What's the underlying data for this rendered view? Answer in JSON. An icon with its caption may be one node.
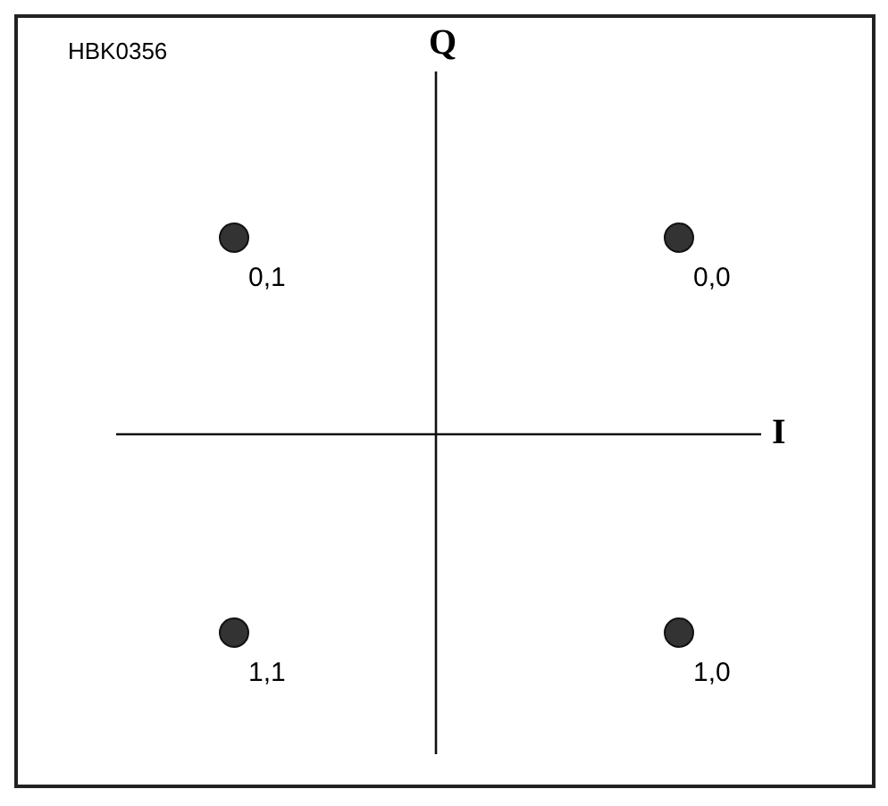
{
  "diagram": {
    "labels": [
      "HBK0356",
      "Q",
      "0,1",
      "0,0",
      "I",
      "1,1",
      "1,0"
    ]
  }
}
